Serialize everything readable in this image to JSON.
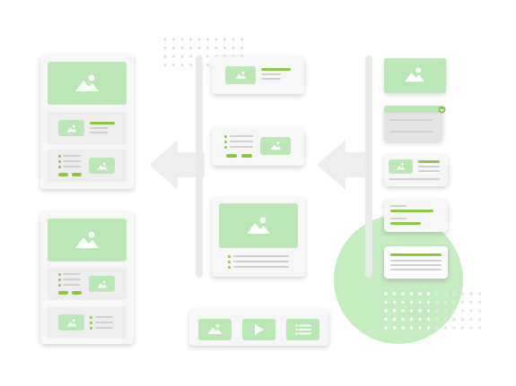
{
  "colors": {
    "accent_green": "#8cc63f",
    "light_green": "#b9e8b5",
    "circle_green": "#c5ecc0",
    "card_bg": "#f7f7f7",
    "panel_bg": "#eeeeee",
    "text_line_gray": "#cfcfcf",
    "arrow_gray": "#eeeeee"
  },
  "icons": {
    "image": "image-icon",
    "play": "play-icon",
    "list": "list-icon",
    "chevron": "chevron-down-icon"
  },
  "diagram": {
    "source_columns": [
      "left-layout",
      "center-layout",
      "right-layout"
    ],
    "arrow_direction": "left"
  }
}
